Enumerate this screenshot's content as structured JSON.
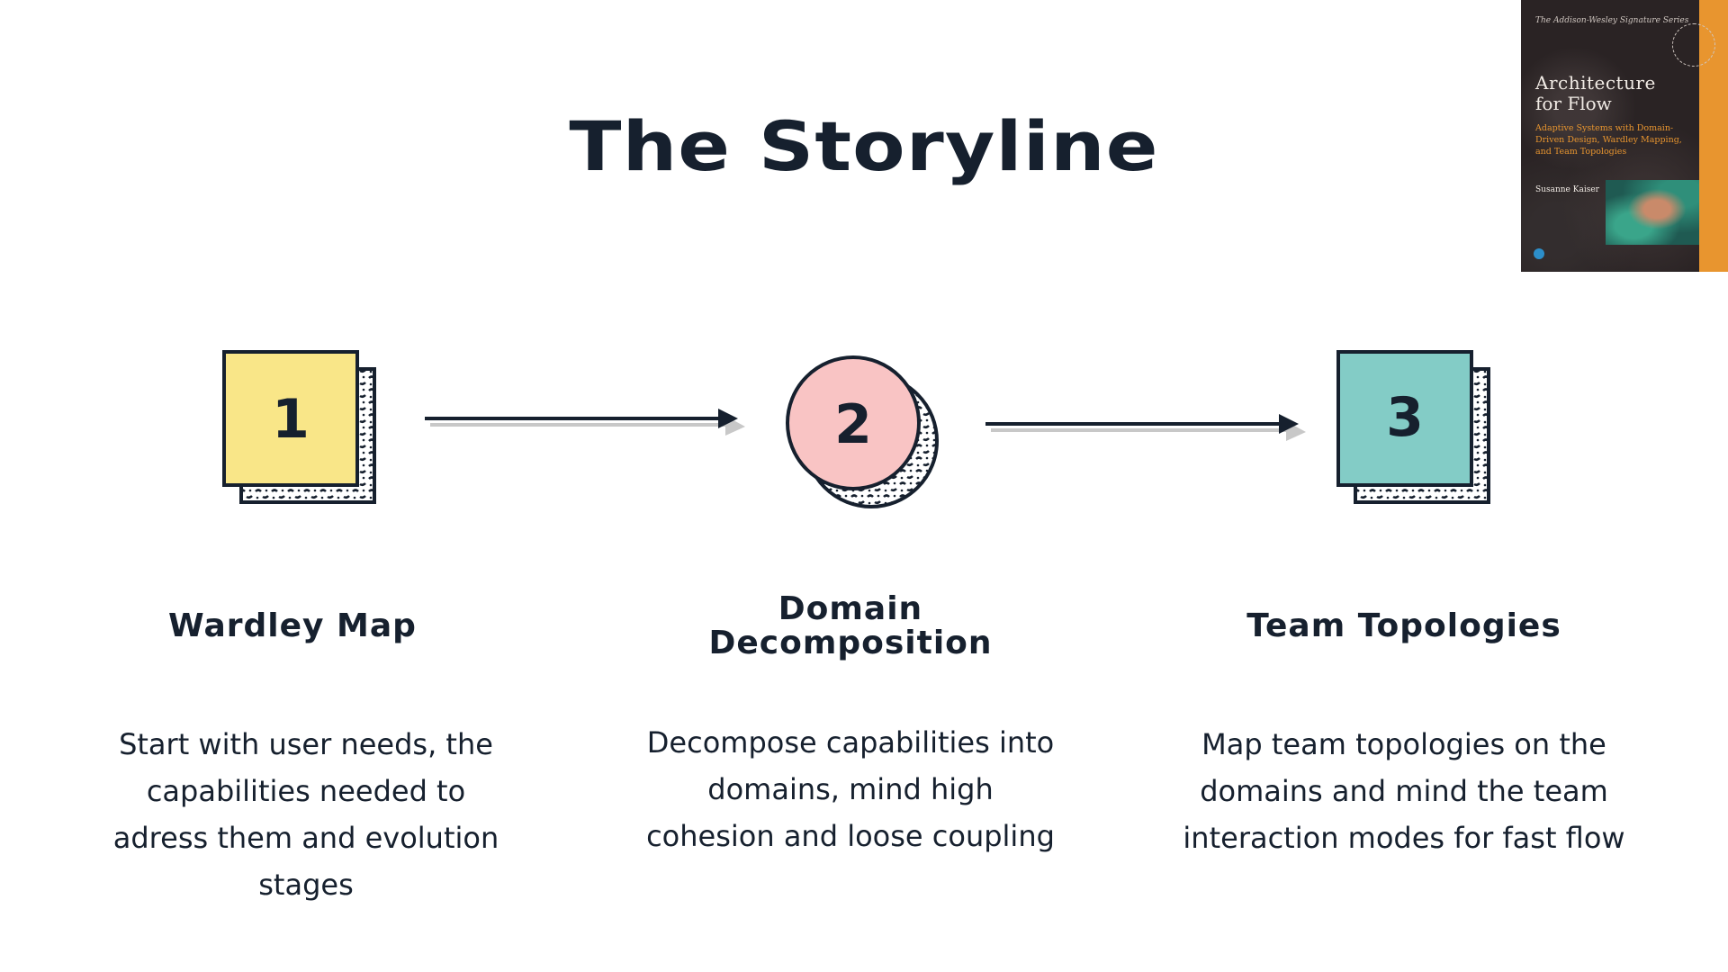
{
  "slide": {
    "title": "The Storyline"
  },
  "book": {
    "series": "The Addison-Wesley Signature Series",
    "title_line1": "Architecture",
    "title_line2": "for Flow",
    "subtitle": "Adaptive Systems with Domain-Driven Design, Wardley Mapping, and Team Topologies",
    "author": "Susanne Kaiser"
  },
  "steps": [
    {
      "number": "1",
      "shape": "square",
      "color": "#f9e688",
      "title": "Wardley Map",
      "description": "Start with user needs, the capabilities needed to adress them and evolution stages"
    },
    {
      "number": "2",
      "shape": "circle",
      "color": "#f9c4c4",
      "title": "Domain Decomposition",
      "description": "Decompose capabilities into domains, mind high cohesion and loose coupling"
    },
    {
      "number": "3",
      "shape": "square",
      "color": "#83ccc6",
      "title": "Team Topologies",
      "description": "Map team topologies on the domains and mind the team interaction modes for fast flow"
    }
  ],
  "colors": {
    "ink": "#16202e",
    "arrow_shadow": "#c8c8c8"
  }
}
